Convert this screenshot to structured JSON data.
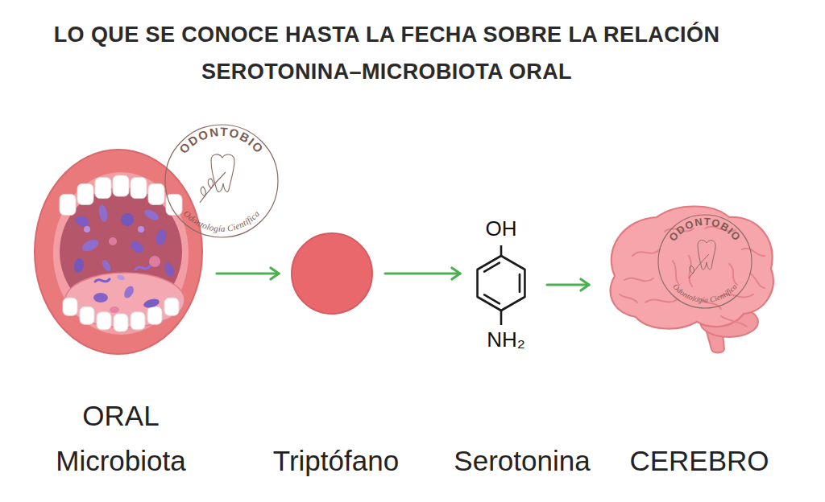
{
  "diagram": {
    "title": "LO QUE SE CONOCE HASTA LA FECHA SOBRE LA RELACIÓN SEROTONINA–MICROBIOTA ORAL",
    "nodes": [
      {
        "text": [
          "ORAL",
          "Microbiota"
        ]
      },
      {
        "text": [
          "Triptófano"
        ]
      },
      {
        "text": [
          "Serotonina"
        ]
      },
      {
        "text": [
          "CEREBRO"
        ]
      }
    ],
    "edges": [
      {
        "from": 0,
        "to": 1,
        "arrow": "to"
      },
      {
        "from": 1,
        "to": 2,
        "arrow": "to"
      },
      {
        "from": 2,
        "to": 3,
        "arrow": "to"
      }
    ],
    "labels": [
      "OH",
      "NH₂",
      "ODONTOBIO",
      "Odontología Científica",
      "ODONTOBIO",
      "Odontología Científica"
    ]
  }
}
